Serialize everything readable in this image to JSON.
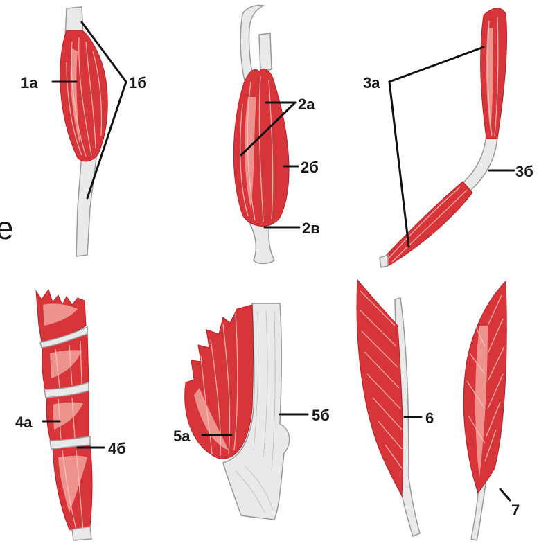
{
  "figure": {
    "partial_letter": "e",
    "labels": {
      "l1a": "1а",
      "l1b": "1б",
      "l2a": "2а",
      "l2b": "2б",
      "l2v": "2в",
      "l3a": "3а",
      "l3b": "3б",
      "l4a": "4а",
      "l4b": "4б",
      "l5a": "5а",
      "l5b": "5б",
      "l6": "6",
      "l7": "7"
    }
  },
  "colors": {
    "muscle": "#d8353a",
    "muscle_highlight": "#f4b2a8",
    "tendon": "#e9e9e9",
    "leader_line": "#111111"
  }
}
